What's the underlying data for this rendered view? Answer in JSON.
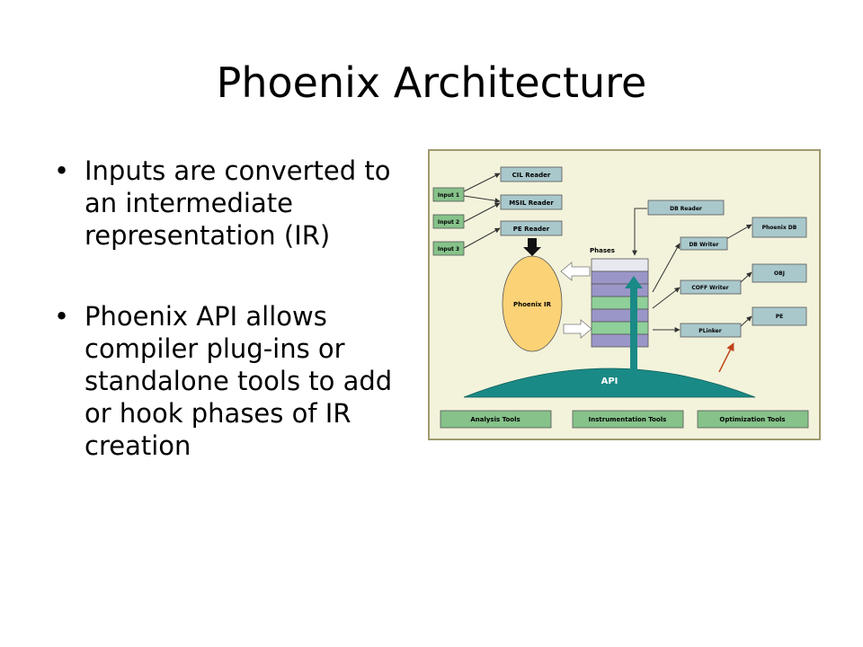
{
  "slide": {
    "title": "Phoenix Architecture",
    "bullets": [
      "Inputs are converted to an intermediate representation (IR)",
      "Phoenix API allows compiler plug-ins or standalone tools to add or hook phases of IR creation"
    ]
  },
  "diagram": {
    "inputs": [
      "Input 1",
      "Input 2",
      "Input 3"
    ],
    "readers": [
      "CIL Reader",
      "MSIL Reader",
      "PE Reader"
    ],
    "ir_label": "Phoenix IR",
    "phases_label": "Phases",
    "api_label": "API",
    "db_reader": "DB Reader",
    "writers": [
      "DB Writer",
      "COFF Writer",
      "PLinker"
    ],
    "outputs": [
      "Phoenix DB",
      "OBJ",
      "PE"
    ],
    "tools": [
      "Analysis Tools",
      "Instrumentation Tools",
      "Optimization Tools"
    ],
    "colors": {
      "blue_box": "#a9c8cc",
      "green_box": "#86c28a",
      "ir_fill": "#fbd276",
      "api_fill": "#1a8a86",
      "phase_purple": "#9b96c8",
      "phase_green": "#8fcf9a",
      "hook_arrow": "#c0431a"
    }
  }
}
